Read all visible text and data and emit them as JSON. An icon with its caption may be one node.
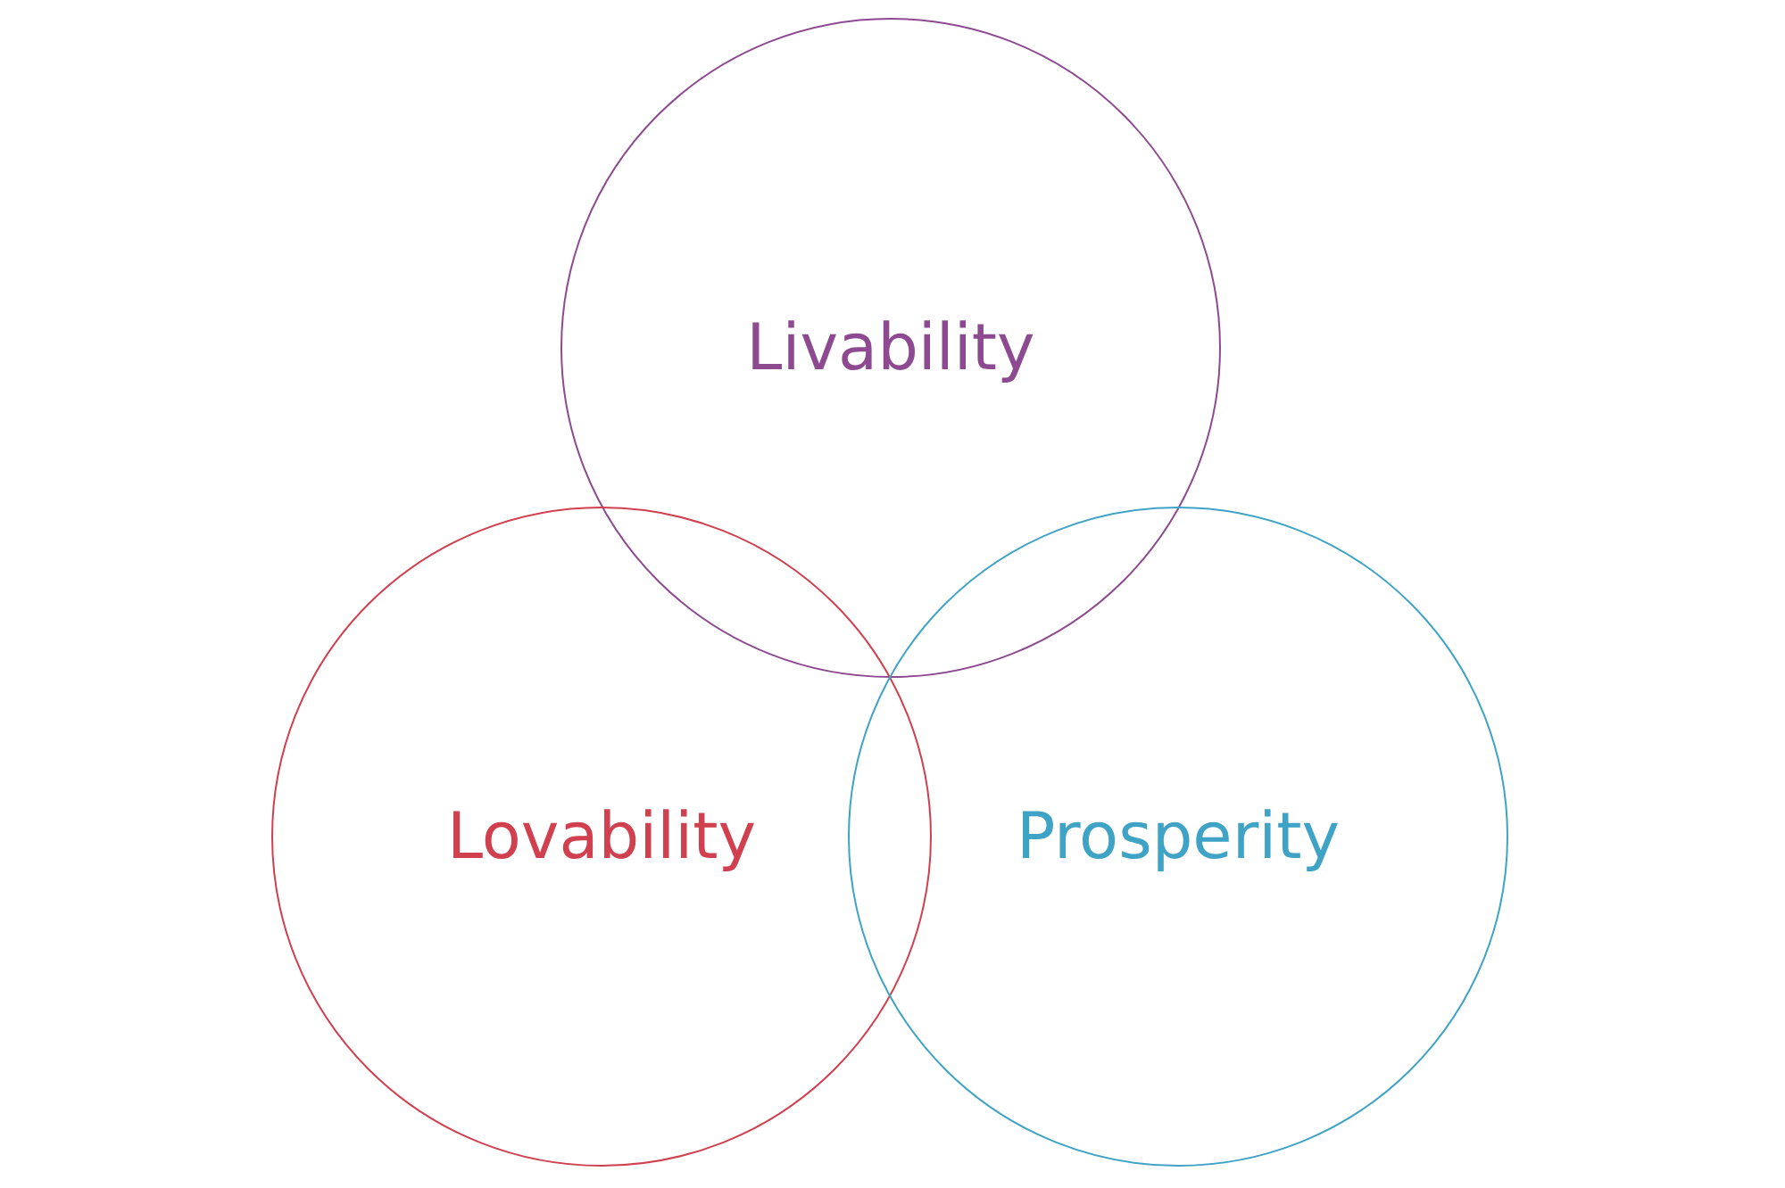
{
  "diagram": {
    "nodes": [
      {
        "text": [
          "Livability"
        ]
      },
      {
        "text": [
          "Lovability"
        ]
      },
      {
        "text": [
          "Prosperity"
        ]
      }
    ]
  }
}
